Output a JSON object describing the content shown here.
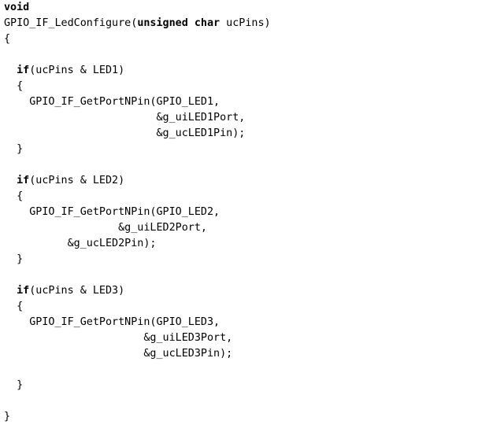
{
  "code_lines": [
    {
      "indent": 0,
      "tokens": [
        {
          "t": "void",
          "k": true
        }
      ]
    },
    {
      "indent": 0,
      "tokens": [
        {
          "t": "GPIO_IF_LedConfigure(",
          "k": false
        },
        {
          "t": "unsigned",
          "k": true
        },
        {
          "t": " ",
          "k": false
        },
        {
          "t": "char",
          "k": true
        },
        {
          "t": " ucPins)",
          "k": false
        }
      ]
    },
    {
      "indent": 0,
      "tokens": [
        {
          "t": "{",
          "k": false
        }
      ]
    },
    {
      "indent": 0,
      "tokens": []
    },
    {
      "indent": 2,
      "tokens": [
        {
          "t": "if",
          "k": true
        },
        {
          "t": "(ucPins & LED1)",
          "k": false
        }
      ]
    },
    {
      "indent": 2,
      "tokens": [
        {
          "t": "{",
          "k": false
        }
      ]
    },
    {
      "indent": 4,
      "tokens": [
        {
          "t": "GPIO_IF_GetPortNPin(GPIO_LED1,",
          "k": false
        }
      ]
    },
    {
      "indent": 24,
      "tokens": [
        {
          "t": "&g_uiLED1Port,",
          "k": false
        }
      ]
    },
    {
      "indent": 24,
      "tokens": [
        {
          "t": "&g_ucLED1Pin);",
          "k": false
        }
      ]
    },
    {
      "indent": 2,
      "tokens": [
        {
          "t": "}",
          "k": false
        }
      ]
    },
    {
      "indent": 0,
      "tokens": []
    },
    {
      "indent": 2,
      "tokens": [
        {
          "t": "if",
          "k": true
        },
        {
          "t": "(ucPins & LED2)",
          "k": false
        }
      ]
    },
    {
      "indent": 2,
      "tokens": [
        {
          "t": "{",
          "k": false
        }
      ]
    },
    {
      "indent": 4,
      "tokens": [
        {
          "t": "GPIO_IF_GetPortNPin(GPIO_LED2,",
          "k": false
        }
      ]
    },
    {
      "indent": 18,
      "tokens": [
        {
          "t": "&g_uiLED2Port,",
          "k": false
        }
      ]
    },
    {
      "indent": 10,
      "tokens": [
        {
          "t": "&g_ucLED2Pin);",
          "k": false
        }
      ]
    },
    {
      "indent": 2,
      "tokens": [
        {
          "t": "}",
          "k": false
        }
      ]
    },
    {
      "indent": 0,
      "tokens": []
    },
    {
      "indent": 2,
      "tokens": [
        {
          "t": "if",
          "k": true
        },
        {
          "t": "(ucPins & LED3)",
          "k": false
        }
      ]
    },
    {
      "indent": 2,
      "tokens": [
        {
          "t": "{",
          "k": false
        }
      ]
    },
    {
      "indent": 4,
      "tokens": [
        {
          "t": "GPIO_IF_GetPortNPin(GPIO_LED3,",
          "k": false
        }
      ]
    },
    {
      "indent": 22,
      "tokens": [
        {
          "t": "&g_uiLED3Port,",
          "k": false
        }
      ]
    },
    {
      "indent": 22,
      "tokens": [
        {
          "t": "&g_ucLED3Pin);",
          "k": false
        }
      ]
    },
    {
      "indent": 0,
      "tokens": []
    },
    {
      "indent": 2,
      "tokens": [
        {
          "t": "}",
          "k": false
        }
      ]
    },
    {
      "indent": 0,
      "tokens": []
    },
    {
      "indent": 0,
      "tokens": [
        {
          "t": "}",
          "k": false
        }
      ]
    }
  ]
}
